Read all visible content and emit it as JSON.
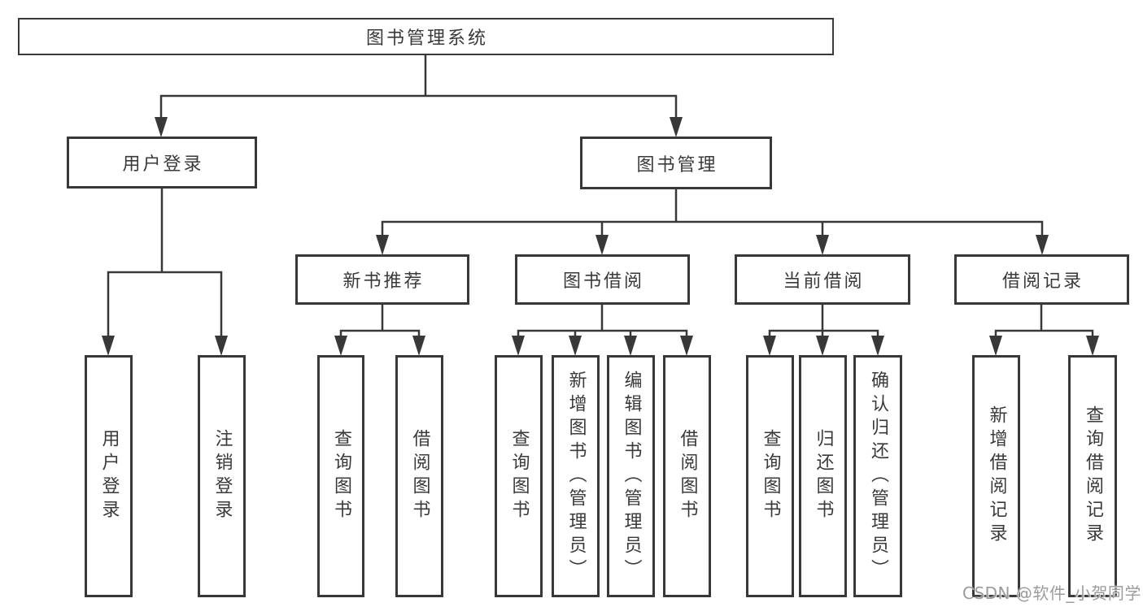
{
  "diagram": {
    "root": {
      "label": "图书管理系统"
    },
    "level2": [
      {
        "label": "用户登录"
      },
      {
        "label": "图书管理"
      }
    ],
    "level3": [
      {
        "label": "新书推荐"
      },
      {
        "label": "图书借阅"
      },
      {
        "label": "当前借阅"
      },
      {
        "label": "借阅记录"
      }
    ],
    "leaves": {
      "user_login": [
        {
          "label": "用户登录"
        },
        {
          "label": "注销登录"
        }
      ],
      "new_book_recommend": [
        {
          "label": "查询图书"
        },
        {
          "label": "借阅图书"
        }
      ],
      "book_borrow": [
        {
          "label": "查询图书"
        },
        {
          "label": "新增图书（管理员）"
        },
        {
          "label": "编辑图书（管理员）"
        },
        {
          "label": "借阅图书"
        }
      ],
      "current_borrow": [
        {
          "label": "查询图书"
        },
        {
          "label": "归还图书"
        },
        {
          "label": "确认归还（管理员）"
        }
      ],
      "borrow_records": [
        {
          "label": "新增借阅记录"
        },
        {
          "label": "查询借阅记录"
        }
      ]
    }
  },
  "watermark": {
    "text": "CSDN @软件_小贺同学",
    "color": "#9b9b9b"
  },
  "colors": {
    "line": "#383838",
    "box_border": "#383838",
    "text": "#3a3a3a",
    "background": "#ffffff"
  }
}
